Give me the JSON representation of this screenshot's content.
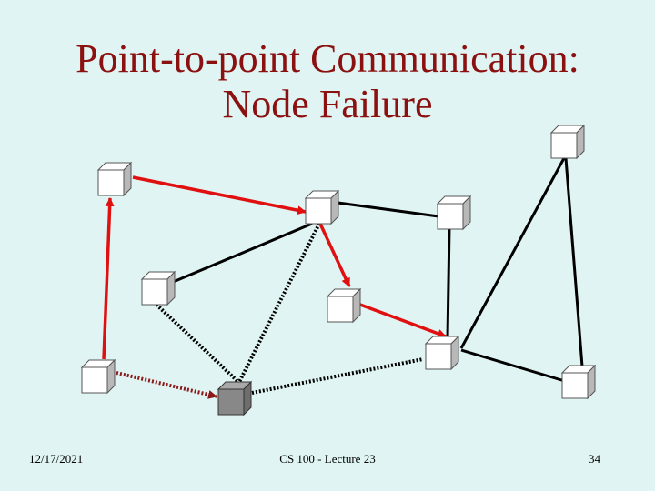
{
  "title": {
    "line1": "Point-to-point Communication:",
    "line2": "Node Failure"
  },
  "footer": {
    "date": "12/17/2021",
    "course": "CS 100 - Lecture 23",
    "page": "34"
  },
  "colors": {
    "background": "#e0f5f3",
    "title": "#8b1010",
    "red_path": "#e01010",
    "dashed_red": "#8b1a1a",
    "normal_edge": "#000000",
    "failed_node": "#808080"
  }
}
